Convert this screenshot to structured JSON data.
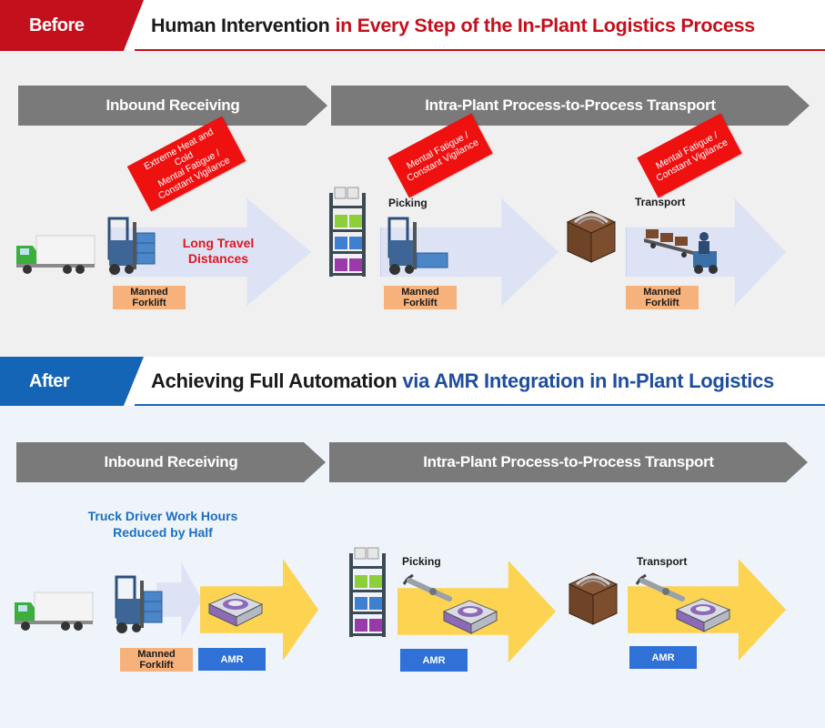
{
  "before": {
    "tag": "Before",
    "title_main": "Human Intervention",
    "title_accent": "in Every Step of the In-Plant Logistics Process",
    "stage1": "Inbound Receiving",
    "stage2": "Intra-Plant Process-to-Process Transport",
    "warn1": "Extreme Heat and Cold\nMental Fatigue / Constant Vigilance",
    "warn2": "Mental Fatigue / Constant Vigilance",
    "warn3": "Mental Fatigue / Constant Vigilance",
    "long_travel": "Long Travel\nDistances",
    "picking": "Picking",
    "transport": "Transport",
    "forklift_label": "Manned\nForklift",
    "colors": {
      "accent": "#c4101c",
      "warn": "#ef1010",
      "label": "#f7b17a",
      "arrow": "#dde3f5"
    }
  },
  "after": {
    "tag": "After",
    "title_main": "Achieving Full Automation",
    "title_accent": "via AMR Integration in In-Plant Logistics",
    "stage1": "Inbound Receiving",
    "stage2": "Intra-Plant Process-to-Process Transport",
    "reduced": "Truck Driver Work Hours\nReduced by Half",
    "picking": "Picking",
    "transport": "Transport",
    "forklift_label": "Manned\nForklift",
    "amr": "AMR",
    "colors": {
      "accent": "#1565b7",
      "arrow": "#fdd452",
      "amr": "#2f71d6"
    }
  },
  "icons": [
    "truck-icon",
    "forklift-icon",
    "shelf-rack-icon",
    "wooden-crate-icon",
    "tugger-cart-icon",
    "amr-robot-icon",
    "robot-arm-icon"
  ]
}
